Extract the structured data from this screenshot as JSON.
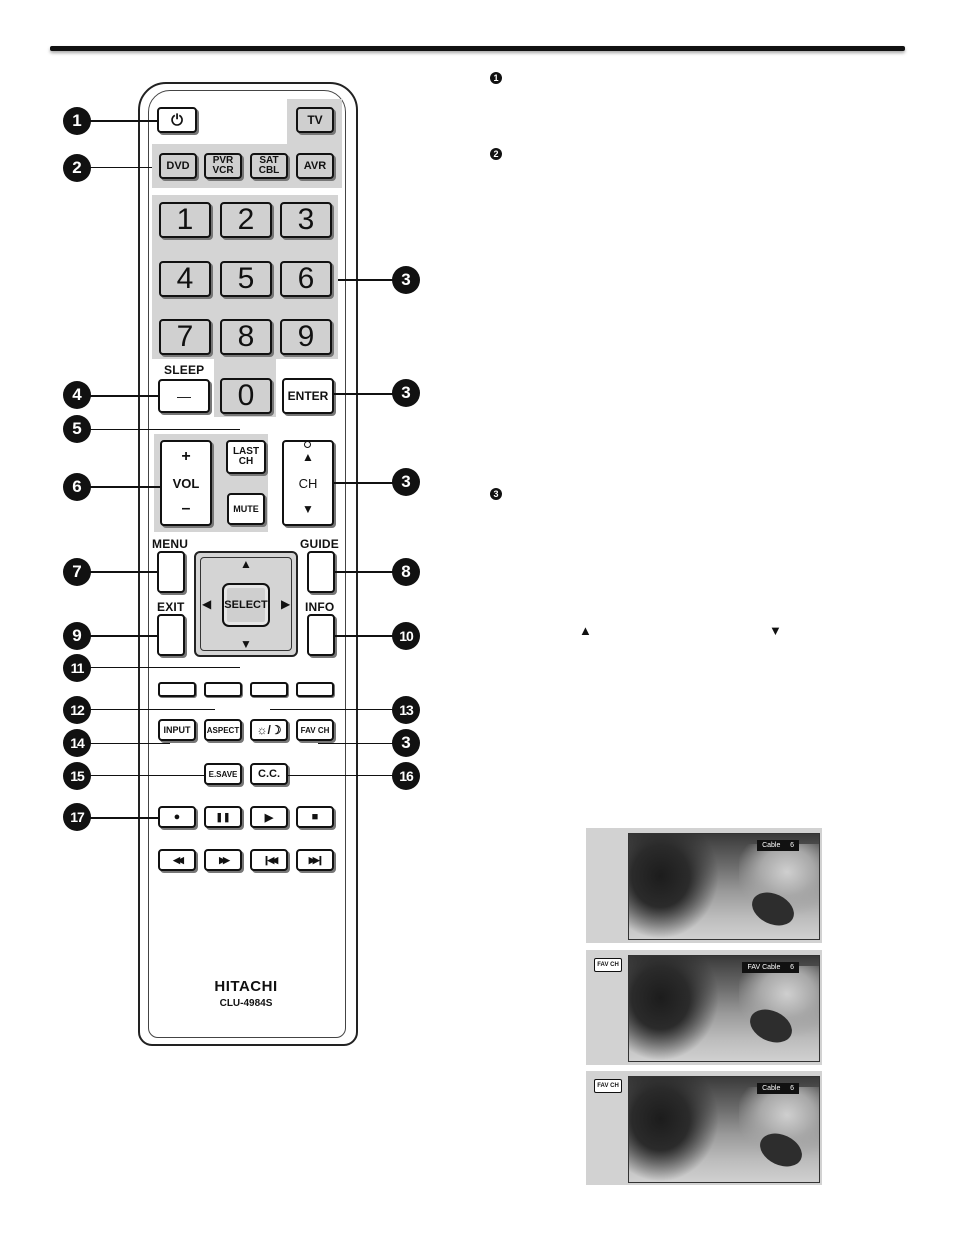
{
  "remote": {
    "buttons": {
      "power_icon": "power-icon",
      "tv": "TV",
      "dvd": "DVD",
      "pvr_vcr": "PVR VCR",
      "sat_cbl": "SAT CBL",
      "avr": "AVR",
      "num1": "1",
      "num2": "2",
      "num3": "3",
      "num4": "4",
      "num5": "5",
      "num6": "6",
      "num7": "7",
      "num8": "8",
      "num9": "9",
      "num0": "0",
      "dash": "—",
      "enter": "ENTER",
      "last_ch": "LAST CH",
      "vol_plus": "+",
      "vol": "VOL",
      "vol_minus": "–",
      "mute": "MUTE",
      "ch_up": "▲",
      "ch": "CH",
      "ch_down": "▼",
      "select": "SELECT",
      "input": "INPUT",
      "aspect": "ASPECT",
      "day_night": "☼/☽",
      "fav_ch": "FAV CH",
      "esave": "E.SAVE",
      "cc": "C.C.",
      "record": "●",
      "pause": "❚❚",
      "play": "▶",
      "stop": "■",
      "rewind": "◀◀",
      "fast_forward": "▶▶",
      "skip_back": "❙◀◀",
      "skip_forward": "▶▶❙"
    },
    "labels": {
      "sleep": "SLEEP",
      "menu": "MENU",
      "guide": "GUIDE",
      "exit": "EXIT",
      "info": "INFO"
    },
    "brand": "HITACHI",
    "model": "CLU-4984S"
  },
  "callouts": {
    "c1": "1",
    "c2": "2",
    "c3a": "3",
    "c3b": "3",
    "c3c": "3",
    "c3d": "3",
    "c4": "4",
    "c5": "5",
    "c6": "6",
    "c7": "7",
    "c8": "8",
    "c9": "9",
    "c10": "10",
    "c11": "11",
    "c12": "12",
    "c13": "13",
    "c14": "14",
    "c15": "15",
    "c16": "16",
    "c17": "17"
  },
  "text_column": {
    "bullet1": "1",
    "bullet2": "2",
    "bullet3": "3",
    "up_arrow": "▲",
    "down_arrow": "▼"
  },
  "screenshots": [
    {
      "osd": "Cable     6",
      "fav_icon": ""
    },
    {
      "osd": "FAV Cable     6",
      "fav_icon": "FAV CH"
    },
    {
      "osd": "Cable     6",
      "fav_icon": "FAV CH"
    }
  ]
}
